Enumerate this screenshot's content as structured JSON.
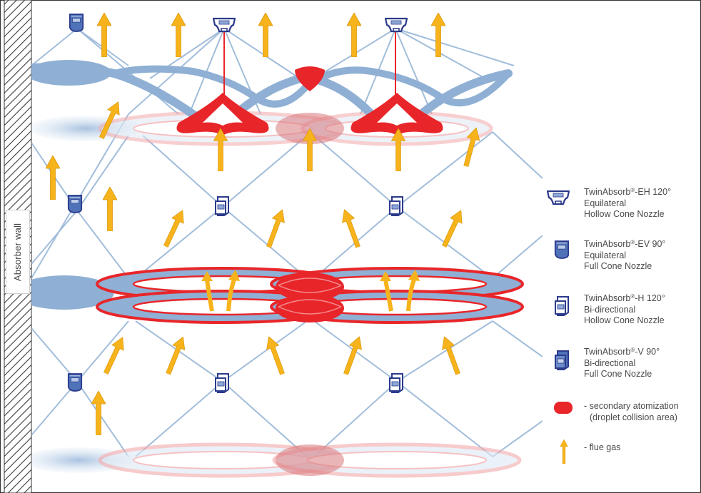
{
  "wall_label": "Absorber wall",
  "legend": {
    "eh": {
      "name": "TwinAbsorb",
      "reg": "®",
      "suffix": "-EH 120°",
      "line2": "Equilateral",
      "line3": "Hollow Cone Nozzle",
      "icon": "nozzle-eh-icon"
    },
    "ev": {
      "name": "TwinAbsorb",
      "reg": "®",
      "suffix": "-EV 90°",
      "line2": "Equilateral",
      "line3": "Full Cone Nozzle",
      "icon": "nozzle-ev-icon"
    },
    "h": {
      "name": "TwinAbsorb",
      "reg": "®",
      "suffix": "-H 120°",
      "line2": "Bi-directional",
      "line3": "Hollow Cone Nozzle",
      "icon": "nozzle-h-icon"
    },
    "v": {
      "name": "TwinAbsorb",
      "reg": "®",
      "suffix": "-V 90°",
      "line2": "Bi-directional",
      "line3": "Full Cone Nozzle",
      "icon": "nozzle-v-icon"
    },
    "secondary": {
      "line1": "- secondary atomization",
      "line2": "(droplet collision area)",
      "icon": "collision-area-icon"
    },
    "flue": {
      "line1": "- flue gas",
      "icon": "flue-gas-arrow-icon"
    }
  },
  "colors": {
    "spray_blue": "#8fb0d4",
    "spray_blue_light": "#c9daec",
    "collision_red": "#e8262a",
    "collision_pink": "#f2a0a3",
    "arrow_yellow": "#f7b31b",
    "nozzle_navy": "#2b3a8c",
    "frame": "#333333"
  }
}
